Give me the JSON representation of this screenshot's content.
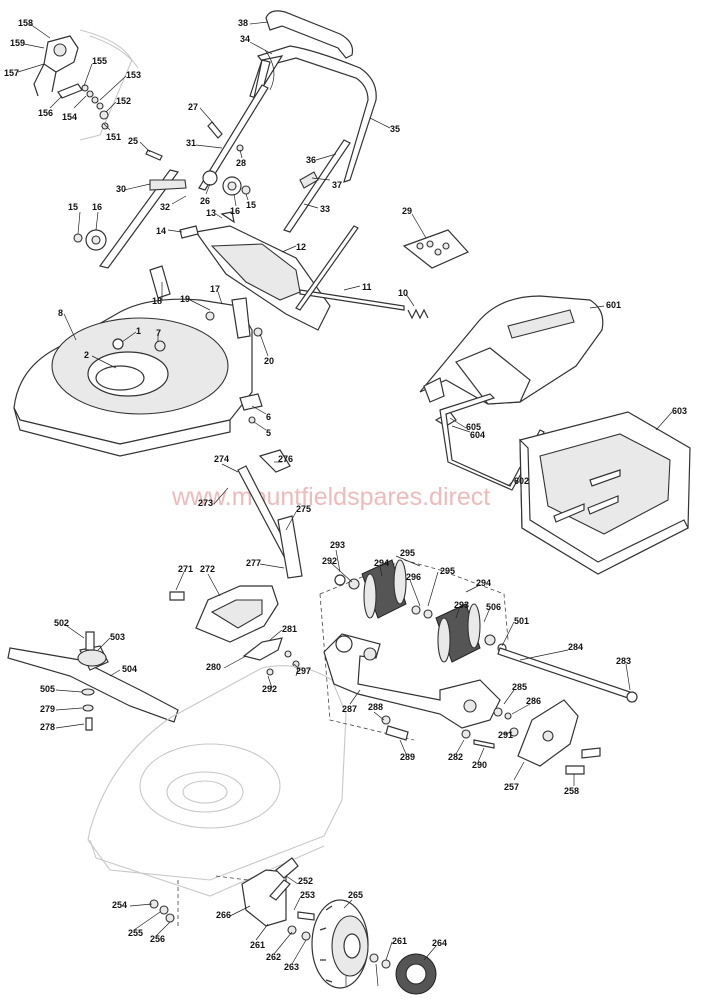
{
  "watermark": "www.mountfieldspares.direct",
  "labels": [
    "158",
    "159",
    "157",
    "155",
    "153",
    "152",
    "156",
    "154",
    "151",
    "38",
    "34",
    "35",
    "27",
    "28",
    "31",
    "25",
    "36",
    "37",
    "30",
    "26",
    "16",
    "15",
    "32",
    "33",
    "13",
    "14",
    "15",
    "16",
    "29",
    "12",
    "11",
    "10",
    "601",
    "8",
    "18",
    "19",
    "17",
    "1",
    "7",
    "2",
    "20",
    "6",
    "5",
    "605",
    "604",
    "603",
    "602",
    "274",
    "276",
    "273",
    "275",
    "277",
    "271",
    "272",
    "293",
    "292",
    "295",
    "294",
    "296",
    "295",
    "294",
    "293",
    "506",
    "501",
    "502",
    "503",
    "504",
    "505",
    "279",
    "278",
    "281",
    "280",
    "297",
    "292",
    "284",
    "283",
    "285",
    "286",
    "287",
    "288",
    "289",
    "282",
    "290",
    "291",
    "257",
    "258",
    "252",
    "253",
    "254",
    "255",
    "256",
    "266",
    "261",
    "262",
    "263",
    "265",
    "261",
    "264"
  ],
  "icons": [
    "lawnmower-exploded-view",
    "handle-assembly",
    "mower-deck",
    "grass-box",
    "grass-box-cover",
    "rear-roller-assembly",
    "blade-assembly",
    "height-adjust-lever",
    "wheel"
  ]
}
